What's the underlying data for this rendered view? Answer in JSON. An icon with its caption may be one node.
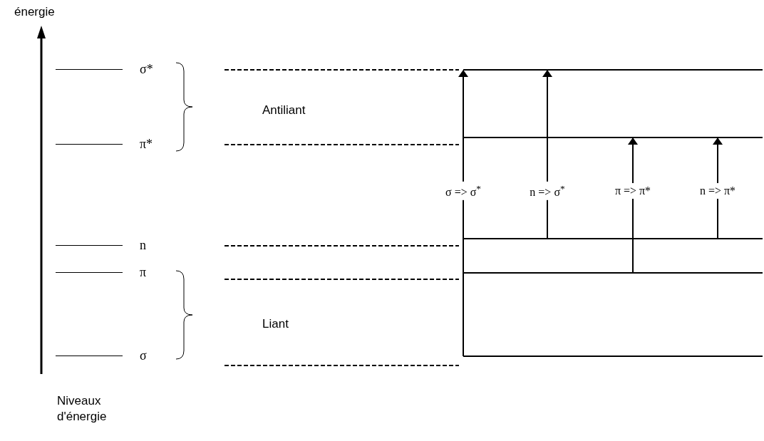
{
  "diagram": {
    "nodes": [
      {
        "text": [
          "σ*"
        ]
      },
      {
        "text": [
          "π*"
        ]
      },
      {
        "text": [
          "n"
        ]
      },
      {
        "text": [
          "π"
        ]
      },
      {
        "text": [
          "σ"
        ]
      },
      {
        "text": [],
        "shape": "bar"
      },
      {
        "text": [],
        "shape": "bar"
      },
      {
        "text": [],
        "shape": "bar"
      },
      {
        "text": [],
        "shape": "bar"
      },
      {
        "text": [],
        "shape": "bar"
      }
    ],
    "edges": [
      {
        "from": 9,
        "to": 5,
        "arrow": "to",
        "label": "σ => σ$^{*}$"
      },
      {
        "from": 7,
        "to": 5,
        "arrow": "to",
        "label": "n => σ$^{*}$"
      },
      {
        "from": 8,
        "to": 6,
        "arrow": "to",
        "label": "π => π*"
      },
      {
        "from": 7,
        "to": 6,
        "arrow": "to",
        "label": "n => π*"
      }
    ],
    "labels": [
      "énergie",
      "Antiliant",
      "Liant",
      "Niveaux d'énergie"
    ]
  }
}
